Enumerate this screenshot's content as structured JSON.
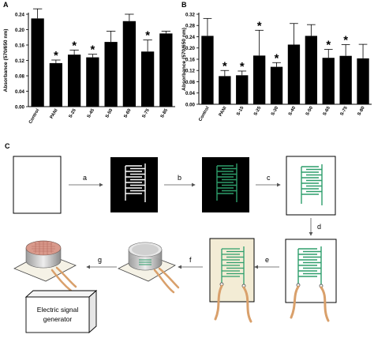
{
  "panel_letters": {
    "a": "A",
    "b": "B",
    "c": "C"
  },
  "chart_data": [
    {
      "type": "bar",
      "panel": "A",
      "title": "",
      "xlabel": "",
      "ylabel": "Absorbance (570/650 nm)",
      "ylim": [
        0.0,
        0.24
      ],
      "yticks": [
        "0.00",
        "0.04",
        "0.08",
        "0.12",
        "0.16",
        "0.20",
        "0.24"
      ],
      "categories": [
        "Control",
        "PANI",
        "S-25",
        "S-45",
        "S-50",
        "S-60",
        "S-75",
        "S-85"
      ],
      "values": [
        0.229,
        0.113,
        0.135,
        0.128,
        0.168,
        0.222,
        0.143,
        0.19
      ],
      "errors": [
        0.025,
        0.008,
        0.012,
        0.008,
        0.028,
        0.018,
        0.03,
        0.006
      ],
      "significant": [
        false,
        true,
        true,
        true,
        false,
        false,
        true,
        false
      ],
      "marker": "*",
      "bar_color": "#000000",
      "grid": false
    },
    {
      "type": "bar",
      "panel": "B",
      "title": "",
      "xlabel": "",
      "ylabel": "Absorbance (570/650 nm)",
      "ylim": [
        0.0,
        0.32
      ],
      "yticks": [
        "0.00",
        "0.04",
        "0.08",
        "0.12",
        "0.16",
        "0.20",
        "0.24",
        "0.28",
        "0.32"
      ],
      "categories": [
        "Control",
        "PANI",
        "S-15",
        "S-25",
        "S-30",
        "S-40",
        "S-50",
        "S-65",
        "S-75",
        "S-80"
      ],
      "values": [
        0.243,
        0.1,
        0.103,
        0.173,
        0.133,
        0.212,
        0.243,
        0.165,
        0.172,
        0.163
      ],
      "errors": [
        0.062,
        0.02,
        0.015,
        0.09,
        0.015,
        0.075,
        0.04,
        0.03,
        0.04,
        0.05
      ],
      "significant": [
        false,
        true,
        true,
        true,
        true,
        false,
        false,
        true,
        true,
        false
      ],
      "marker": "*",
      "bar_color": "#000000",
      "grid": false
    }
  ],
  "diagram": {
    "step_labels": [
      "a",
      "b",
      "c",
      "d",
      "e",
      "f",
      "g"
    ],
    "generator_label_line1": "Electric signal",
    "generator_label_line2": "generator",
    "colors": {
      "electrode_green": "#2e9e6b",
      "wire_orange": "#d9a06b",
      "tissue_beige": "#f3ecd5",
      "mesh_pink": "#d99a8c"
    }
  }
}
